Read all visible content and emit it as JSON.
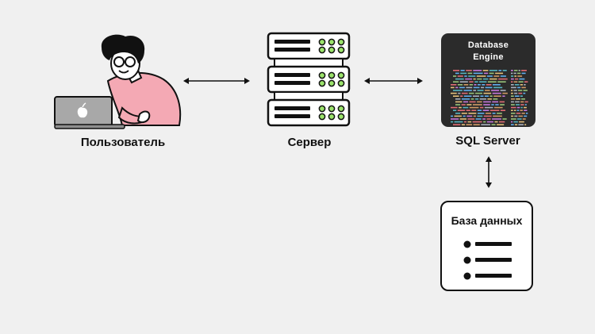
{
  "nodes": {
    "user": {
      "label": "Пользователь",
      "icon": "person-with-laptop-icon"
    },
    "server": {
      "label": "Сервер",
      "icon": "server-rack-icon"
    },
    "sql_server": {
      "label": "SQL Server",
      "engine_title_line1": "Database",
      "engine_title_line2": "Engine",
      "icon": "code-editor-icon"
    },
    "database": {
      "label": "База данных",
      "icon": "list-icon"
    }
  },
  "edges": [
    {
      "from": "user",
      "to": "server",
      "direction": "bidirectional"
    },
    {
      "from": "server",
      "to": "sql_server",
      "direction": "bidirectional"
    },
    {
      "from": "sql_server",
      "to": "database",
      "direction": "bidirectional"
    }
  ],
  "colors": {
    "background": "#f0f0f0",
    "engine_box": "#2b2b2b",
    "server_led": "#9be36b",
    "shirt": "#f4a9b4",
    "laptop": "#a8a8a8"
  }
}
